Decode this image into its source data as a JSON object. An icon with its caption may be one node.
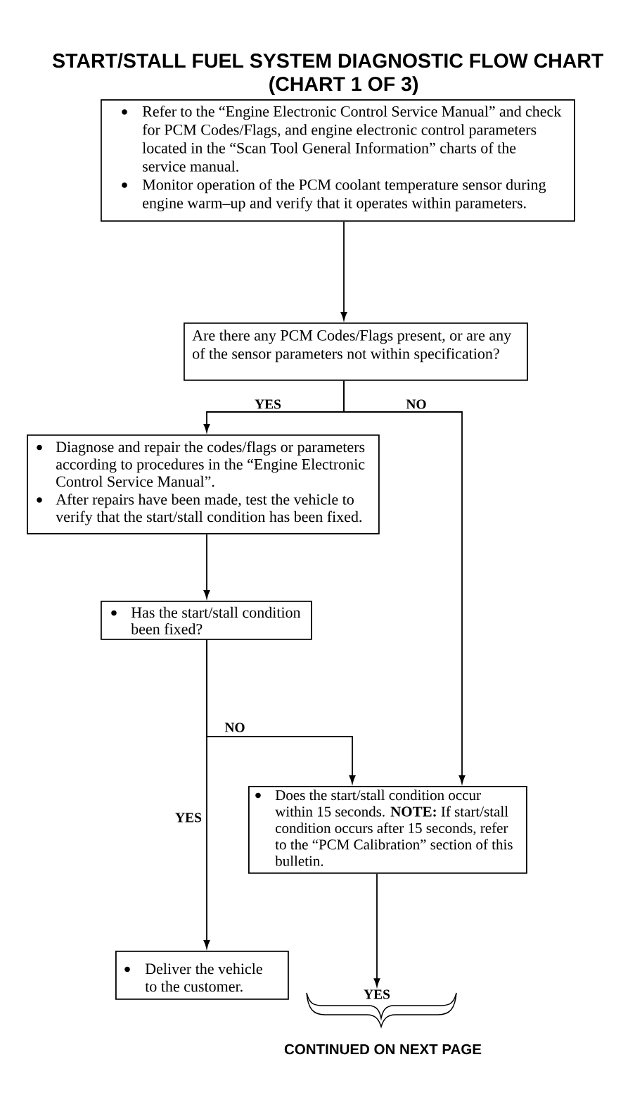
{
  "diagram": {
    "title": "START/STALL FUEL SYSTEM DIAGNOSTIC FLOW CHART (CHART 1 OF 3)",
    "nodes": [
      {
        "text": [
          "Refer to the “Engine Electronic Control Service Manual” and check for PCM Codes/Flags, and engine electronic control parameters located in the “Scan Tool General Information” charts of the service manual.",
          "Monitor operation of the PCM coolant temperature sensor during engine warm–up and verify that it operates within parameters."
        ]
      },
      {
        "text": [
          "Are there any PCM Codes/Flags present, or are any of the sensor parameters not within specification?"
        ]
      },
      {
        "text": [
          "Diagnose and repair the codes/flags or parameters according to procedures in the “Engine Electronic Control Service Manual”.",
          "After repairs have been made, test the vehicle to verify that the start/stall condition has been fixed."
        ]
      },
      {
        "text": [
          "Has the start/stall condition been fixed?"
        ]
      },
      {
        "text": [
          "Does the start/stall condition occur within 15 seconds. **NOTE:** If start/stall condition occurs after 15 seconds, refer to the “PCM Calibration” section of this bulletin."
        ]
      },
      {
        "text": [
          "Deliver the vehicle to the customer."
        ]
      },
      {
        "text": [
          "YES"
        ]
      }
    ],
    "edges": [
      {
        "from": 0,
        "to": 1,
        "arrow": "to"
      },
      {
        "from": 1,
        "to": 2,
        "arrow": "to",
        "label": "YES"
      },
      {
        "from": 1,
        "to": 4,
        "arrow": "to",
        "label": "NO"
      },
      {
        "from": 2,
        "to": 3,
        "arrow": "to"
      },
      {
        "from": 3,
        "to": 4,
        "arrow": "to",
        "label": "NO"
      },
      {
        "from": 3,
        "to": 5,
        "arrow": "to",
        "label": "YES"
      },
      {
        "from": 4,
        "to": 6,
        "arrow": "to"
      }
    ],
    "labels": [
      "CONTINUED ON NEXT PAGE"
    ]
  }
}
